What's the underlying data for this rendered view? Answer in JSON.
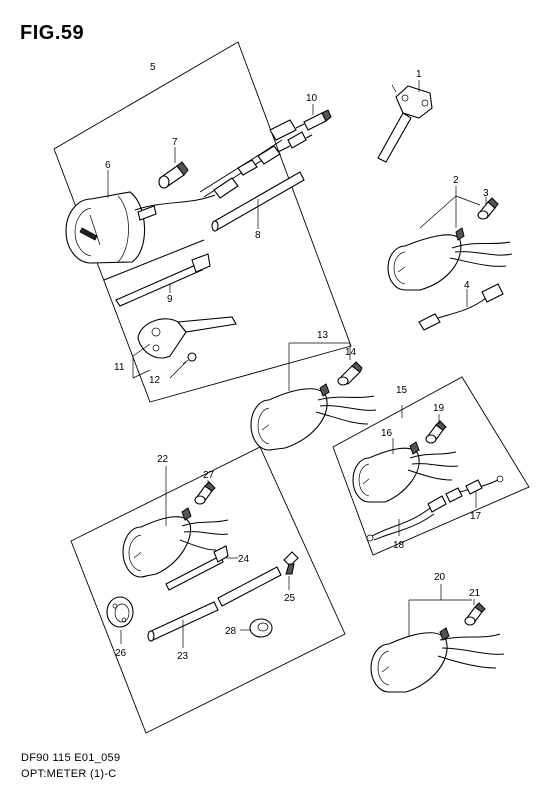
{
  "figure_title": "FIG.59",
  "footer": {
    "code": "DF90 115 E01_059",
    "caption": "OPT:METER (1)-C"
  },
  "callouts": {
    "c1": "1",
    "c2": "2",
    "c3": "3",
    "c4": "4",
    "c5": "5",
    "c6": "6",
    "c7": "7",
    "c8": "8",
    "c9": "9",
    "c10": "10",
    "c11": "11",
    "c12": "12",
    "c13": "13",
    "c14": "14",
    "c15": "15",
    "c16": "16",
    "c17": "17",
    "c18": "18",
    "c19": "19",
    "c20": "20",
    "c21": "21",
    "c22": "22",
    "c23": "23",
    "c24": "24",
    "c25": "25",
    "c26": "26",
    "c27": "27",
    "c28": "28"
  }
}
